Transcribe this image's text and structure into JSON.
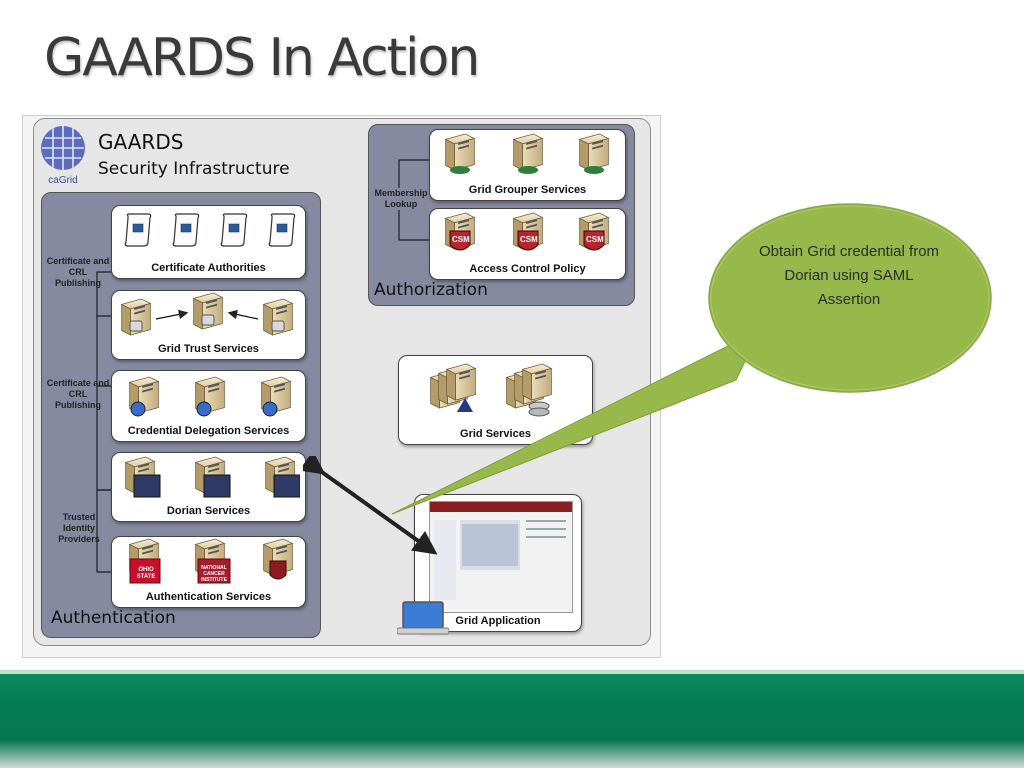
{
  "slide": {
    "title": "GAARDS In Action"
  },
  "header": {
    "brand": "GAARDS",
    "subtitle": "Security Infrastructure",
    "logo_text": "caGrid"
  },
  "authentication": {
    "panel_label": "Authentication",
    "cards": {
      "certificate_authorities": "Certificate Authorities",
      "grid_trust_services": "Grid Trust Services",
      "credential_delegation_services": "Credential Delegation Services",
      "dorian_services": "Dorian Services",
      "authentication_services": "Authentication Services"
    },
    "side_labels": {
      "cert_crl_1": "Certificate and CRL Publishing",
      "cert_crl_2": "Certificate and CRL Publishing",
      "trusted_idp": "Trusted Identity Providers"
    },
    "idp_logos": [
      "OHIO STATE",
      "NATIONAL CANCER INSTITUTE"
    ]
  },
  "authorization": {
    "panel_label": "Authorization",
    "membership_lookup": "Membership Lookup",
    "cards": {
      "grid_grouper_services": "Grid Grouper Services",
      "access_control_policy": "Access Control Policy"
    },
    "csm_badge": "CSM"
  },
  "grid_services": {
    "label": "Grid Services"
  },
  "grid_application": {
    "label": "Grid Application"
  },
  "callout": {
    "text": "Obtain Grid credential from Dorian using SAML Assertion"
  },
  "colors": {
    "footer_green": "#05744e",
    "callout_fill": "#97b84a",
    "panel_dark": "#858aa0"
  }
}
